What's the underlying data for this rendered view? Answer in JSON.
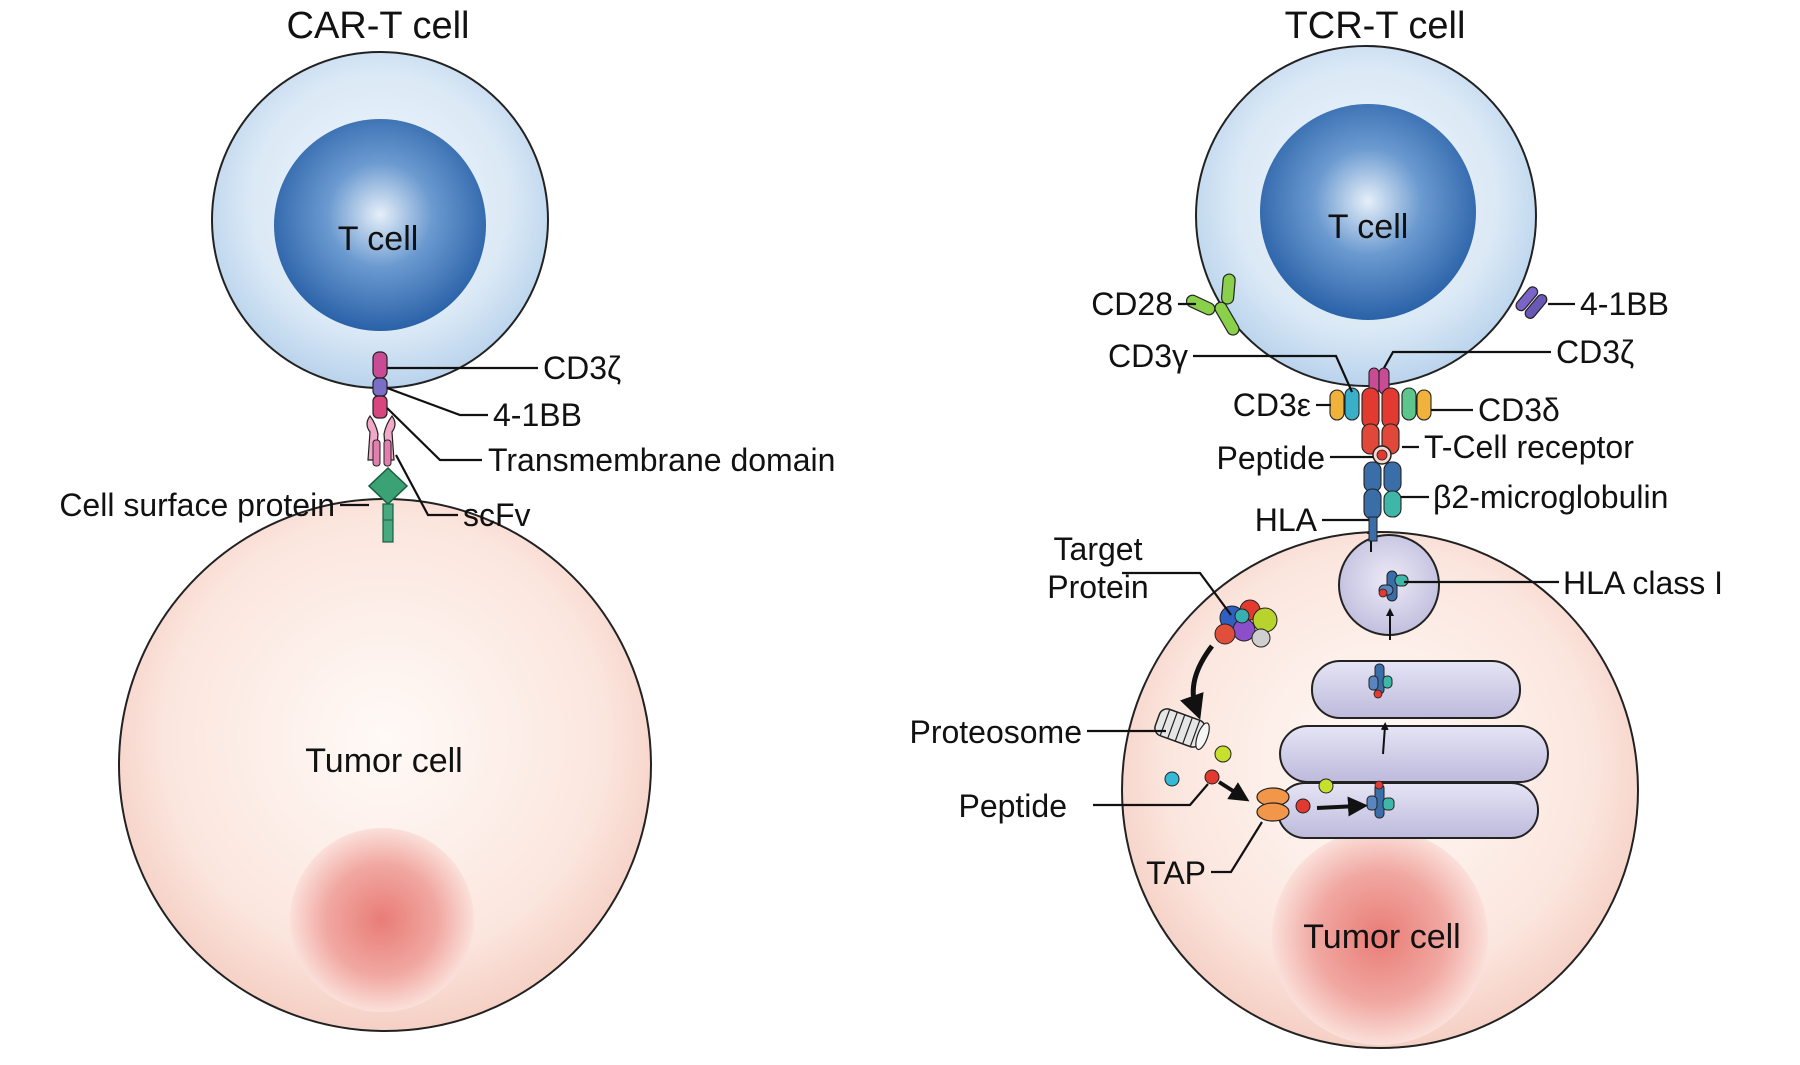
{
  "car_t": {
    "title": "CAR-T cell",
    "t_cell_label": "T cell",
    "tumor_label": "Tumor cell",
    "callouts": {
      "cd3z": "CD3ζ",
      "bb41": "4-1BB",
      "transmembrane": "Transmembrane domain",
      "scfv": "scFv",
      "surface_protein": "Cell surface protein"
    }
  },
  "tcr_t": {
    "title": "TCR-T cell",
    "t_cell_label": "T cell",
    "tumor_label": "Tumor cell",
    "callouts": {
      "cd28": "CD28",
      "bb41": "4-1BB",
      "cd3g": "CD3γ",
      "cd3z": "CD3ζ",
      "cd3e": "CD3ε",
      "cd3d": "CD3δ",
      "peptide_top": "Peptide",
      "tcr": "T-Cell receptor",
      "hla": "HLA",
      "b2m": "β2-microglobulin",
      "target_protein_1": "Target",
      "target_protein_2": "Protein",
      "hla_class_i": "HLA class I",
      "proteosome": "Proteosome",
      "peptide_bottom": "Peptide",
      "tap": "TAP"
    }
  },
  "colors": {
    "t_cell_outer": "#dbe9f6",
    "t_cell_nucleus": "#2f6fb6",
    "tumor_cell": "#fbe3dc",
    "tumor_nucleus": "#ec8c86",
    "er_lumen": "#d3d1ec",
    "hla_blue": "#3a6ea8",
    "b2m_teal": "#3fb7a8",
    "tcr_red": "#e23a30",
    "car_pink": "#e890b8",
    "surface_green": "#3a9c70"
  }
}
